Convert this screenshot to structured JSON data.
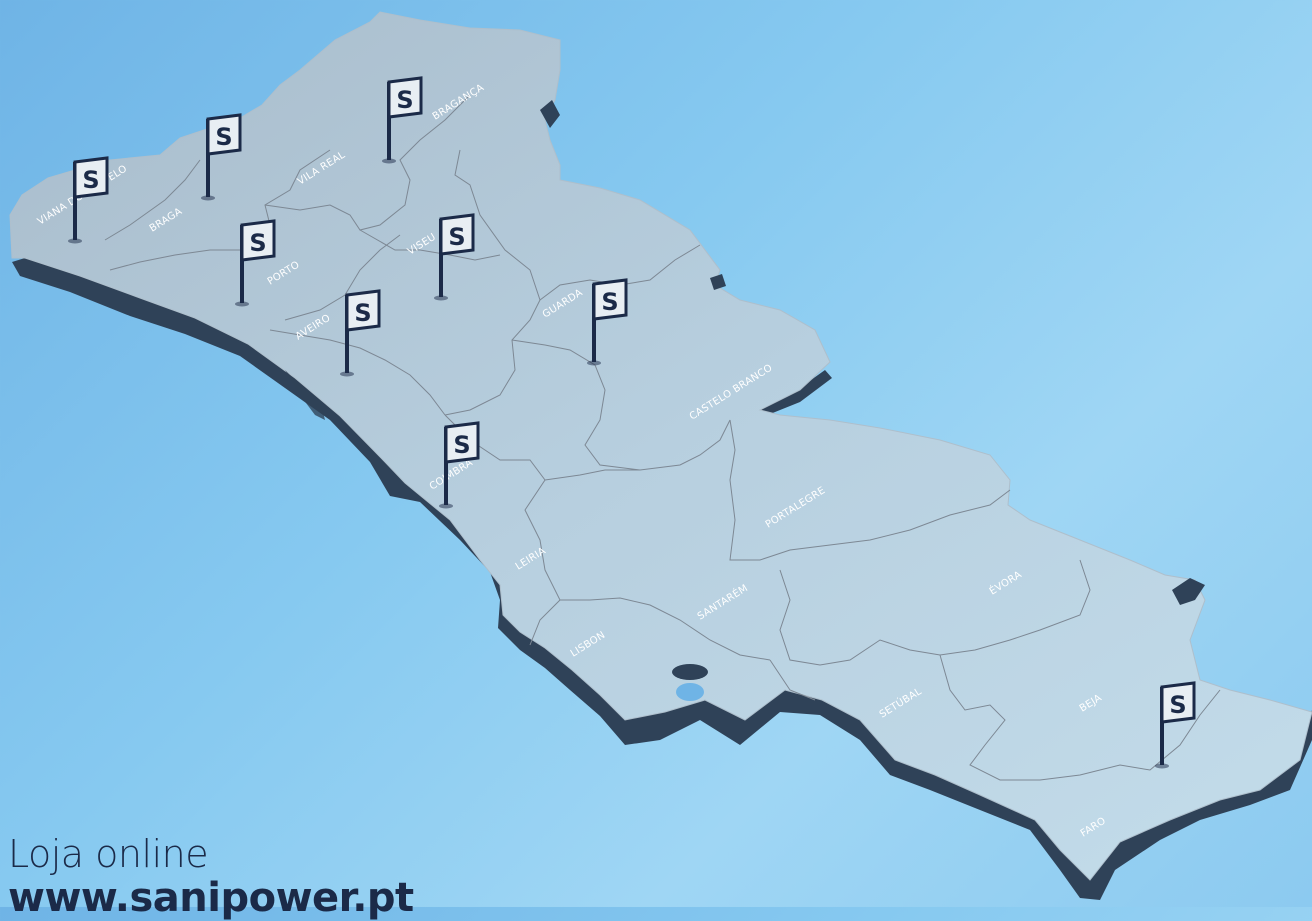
{
  "map": {
    "land_color": "#b9d1e0",
    "shadow_color": "#2f4258",
    "border_color": "#7d8894",
    "flag_color": "#1b2a48",
    "flag_symbol": "S",
    "regions": [
      {
        "id": "viana",
        "label": "VIANA DO CASTELO",
        "has_flag": true
      },
      {
        "id": "braga",
        "label": "BRAGA",
        "has_flag": true
      },
      {
        "id": "vila-real",
        "label": "VILA REAL",
        "has_flag": false
      },
      {
        "id": "braganca",
        "label": "BRAGANÇA",
        "has_flag": true
      },
      {
        "id": "porto",
        "label": "PORTO",
        "has_flag": true
      },
      {
        "id": "viseu",
        "label": "VISEU",
        "has_flag": true
      },
      {
        "id": "aveiro",
        "label": "AVEIRO",
        "has_flag": true
      },
      {
        "id": "guarda",
        "label": "GUARDA",
        "has_flag": true
      },
      {
        "id": "castelo-branco",
        "label": "CASTELO BRANCO",
        "has_flag": false
      },
      {
        "id": "coimbra",
        "label": "COIMBRA",
        "has_flag": true
      },
      {
        "id": "leiria",
        "label": "LEIRIA",
        "has_flag": false
      },
      {
        "id": "portalegre",
        "label": "PORTALEGRE",
        "has_flag": false
      },
      {
        "id": "santarem",
        "label": "SANTARÉM",
        "has_flag": false
      },
      {
        "id": "evora",
        "label": "ÉVORA",
        "has_flag": false
      },
      {
        "id": "lisbon",
        "label": "LISBON",
        "has_flag": false
      },
      {
        "id": "setubal",
        "label": "SETÚBAL",
        "has_flag": false
      },
      {
        "id": "beja",
        "label": "BEJA",
        "has_flag": true
      },
      {
        "id": "faro",
        "label": "FARO",
        "has_flag": false
      }
    ]
  },
  "footer": {
    "line1": "Loja online",
    "line2": "www.sanipower.pt"
  }
}
